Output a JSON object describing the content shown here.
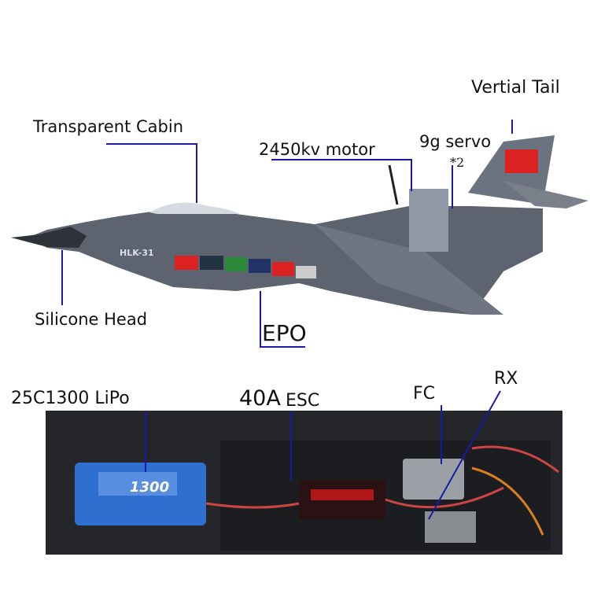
{
  "labels": {
    "vertical_tail": "Vertial Tail",
    "cabin": "Transparent Cabin",
    "motor": "2450kv motor",
    "servo": "9g servo",
    "servo_count": "*2",
    "head": "Silicone Head",
    "material": "EPO",
    "battery": "25C1300 LiPo",
    "esc_rating": "40A",
    "esc": "ESC",
    "fc": "FC",
    "rx": "RX"
  },
  "photo_text": {
    "model_code": "HLK-31",
    "battery_capacity": "1300"
  },
  "colors": {
    "leader_line": "#1a1aa8",
    "airframe": "#5d6470",
    "battery": "#2f6fd0"
  }
}
